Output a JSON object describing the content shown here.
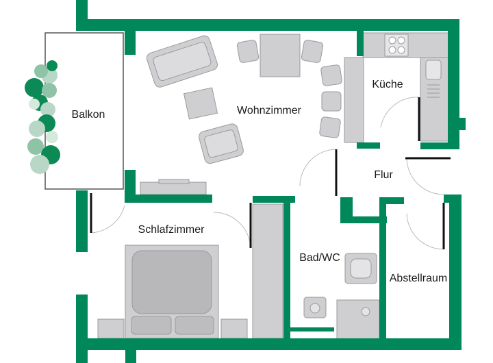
{
  "colors": {
    "wall": "#00875a",
    "furniture": "#cfcfd1",
    "furniture_stroke": "#9a9a9e",
    "door": "#111111",
    "plant_dark": "#0c8a56",
    "plant_light": "#b9d7c6"
  },
  "rooms": {
    "balkon": "Balkon",
    "wohnzimmer": "Wohnzimmer",
    "kueche": "Küche",
    "flur": "Flur",
    "schlafzimmer": "Schlafzimmer",
    "bad": "Bad/WC",
    "abstellraum": "Abstellraum"
  }
}
